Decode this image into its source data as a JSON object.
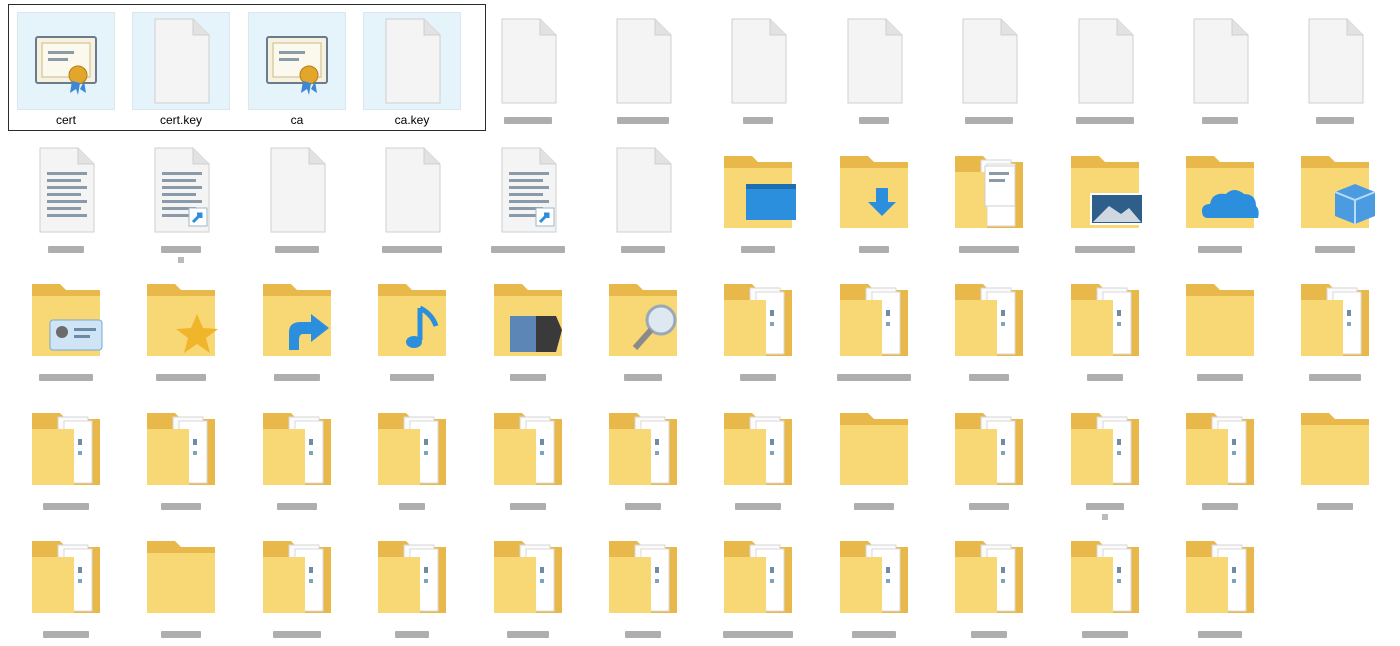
{
  "window": {
    "view": "large-icons"
  },
  "selected_files": [
    {
      "name": "cert",
      "icon": "certificate-icon"
    },
    {
      "name": "cert.key",
      "icon": "blank-file-icon"
    },
    {
      "name": "ca",
      "icon": "certificate-icon"
    },
    {
      "name": "ca.key",
      "icon": "blank-file-icon"
    }
  ],
  "other_items": [
    {
      "icon": "blank-file-icon"
    },
    {
      "icon": "blank-file-icon"
    },
    {
      "icon": "blank-file-icon"
    },
    {
      "icon": "blank-file-icon"
    },
    {
      "icon": "blank-file-icon"
    },
    {
      "icon": "blank-file-icon"
    },
    {
      "icon": "blank-file-icon"
    },
    {
      "icon": "blank-file-icon"
    },
    {
      "icon": "text-file-icon"
    },
    {
      "icon": "shortcut-text-file-icon"
    },
    {
      "icon": "blank-file-icon"
    },
    {
      "icon": "blank-file-icon"
    },
    {
      "icon": "shortcut-text-file-icon"
    },
    {
      "icon": "blank-file-icon"
    },
    {
      "icon": "desktop-folder-icon"
    },
    {
      "icon": "downloads-folder-icon"
    },
    {
      "icon": "documents-folder-icon"
    },
    {
      "icon": "pictures-folder-icon"
    },
    {
      "icon": "onedrive-folder-icon"
    },
    {
      "icon": "3d-objects-folder-icon"
    },
    {
      "icon": "contacts-folder-icon"
    },
    {
      "icon": "favorites-folder-icon"
    },
    {
      "icon": "links-folder-icon"
    },
    {
      "icon": "music-folder-icon"
    },
    {
      "icon": "saved-games-folder-icon"
    },
    {
      "icon": "searches-folder-icon"
    },
    {
      "icon": "folder-with-files-icon"
    },
    {
      "icon": "folder-with-files-icon"
    },
    {
      "icon": "folder-with-files-icon"
    },
    {
      "icon": "folder-with-files-icon"
    },
    {
      "icon": "folder-icon"
    },
    {
      "icon": "folder-with-files-icon"
    },
    {
      "icon": "folder-with-files-icon"
    },
    {
      "icon": "folder-with-files-icon"
    },
    {
      "icon": "folder-with-files-icon"
    },
    {
      "icon": "folder-with-files-icon"
    },
    {
      "icon": "folder-with-files-icon"
    },
    {
      "icon": "folder-with-files-icon"
    },
    {
      "icon": "folder-with-files-icon"
    },
    {
      "icon": "folder-icon"
    },
    {
      "icon": "folder-with-files-icon"
    },
    {
      "icon": "folder-with-files-icon"
    },
    {
      "icon": "folder-with-files-icon"
    },
    {
      "icon": "folder-icon"
    },
    {
      "icon": "folder-with-files-icon"
    },
    {
      "icon": "folder-icon"
    },
    {
      "icon": "folder-with-files-icon"
    },
    {
      "icon": "folder-with-files-icon"
    },
    {
      "icon": "folder-with-files-icon"
    },
    {
      "icon": "folder-with-files-icon"
    },
    {
      "icon": "folder-with-files-icon"
    },
    {
      "icon": "folder-with-files-icon"
    },
    {
      "icon": "folder-with-files-icon"
    },
    {
      "icon": "folder-with-files-icon"
    },
    {
      "icon": "folder-with-files-icon"
    }
  ],
  "colors": {
    "selection_bg": "#e5f3fb",
    "selection_border": "#2b2b2b",
    "folder_yellow": "#f8d775",
    "accent_blue": "#2b8fde"
  }
}
